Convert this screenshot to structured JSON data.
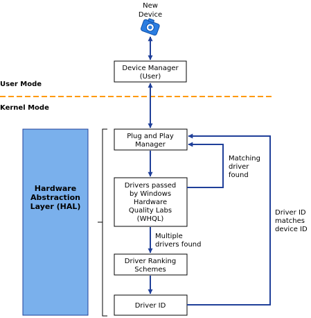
{
  "new_device": {
    "line1": "New",
    "line2": "Device",
    "icon": "device-camera-icon"
  },
  "mode_labels": {
    "user": "User Mode",
    "kernel": "Kernel Mode"
  },
  "hal": {
    "line1": "Hardware",
    "line2": "Abstraction",
    "line3": "Layer (HAL)"
  },
  "boxes": {
    "device_manager": {
      "line1": "Device Manager",
      "line2": "(User)"
    },
    "pnp_manager": {
      "line1": "Plug and Play",
      "line2": "Manager"
    },
    "whql": {
      "line1": "Drivers passed",
      "line2": "by Windows",
      "line3": "Hardware",
      "line4": "Quality Labs",
      "line5": "(WHQL)"
    },
    "ranking": {
      "line1": "Driver Ranking",
      "line2": "Schemes"
    },
    "driver_id": {
      "line1": "Driver ID"
    }
  },
  "annotations": {
    "matching": {
      "line1": "Matching",
      "line2": "driver",
      "line3": "found"
    },
    "multiple": {
      "line1": "Multiple",
      "line2": "drivers found"
    },
    "driver_id_matches": {
      "line1": "Driver ID",
      "line2": "matches",
      "line3": "device ID"
    }
  },
  "colors": {
    "arrow": "#1f3f99",
    "hal_fill": "#7ab0ec",
    "mode_divider": "#ff9900",
    "icon": "#2a7de1"
  }
}
